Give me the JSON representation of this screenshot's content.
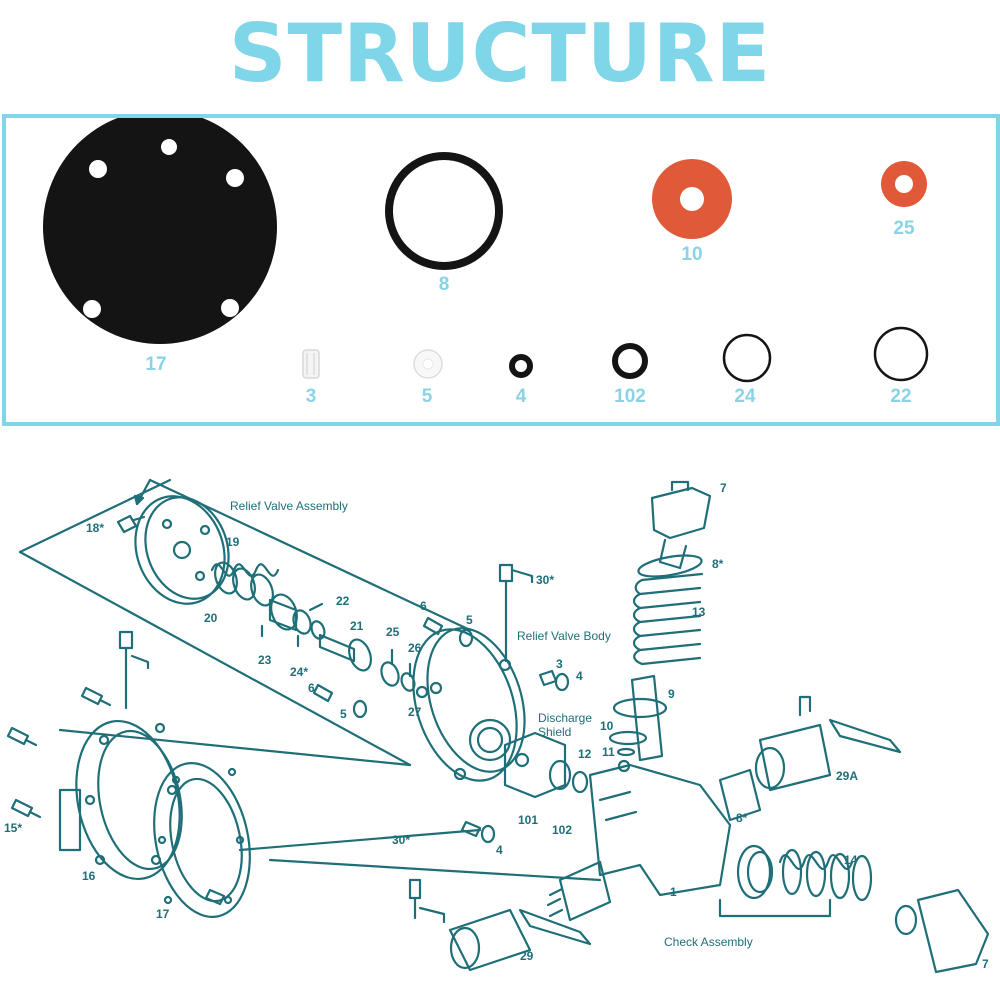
{
  "title": "STRUCTURE",
  "colors": {
    "title": "#7fd6e9",
    "panel_border": "#7fd6e9",
    "part_label": "#8ad3e6",
    "diagram_line": "#1f6f78",
    "diagram_text": "#1f6f78",
    "gasket_black": "#141414",
    "washer_red": "#e05a3a"
  },
  "parts": [
    {
      "id": "17",
      "label": "17",
      "kind": "diaphragm-gasket"
    },
    {
      "id": "8",
      "label": "8",
      "kind": "o-ring"
    },
    {
      "id": "10",
      "label": "10",
      "kind": "red-washer"
    },
    {
      "id": "25",
      "label": "25",
      "kind": "red-washer"
    },
    {
      "id": "3",
      "label": "3",
      "kind": "clear-sleeve"
    },
    {
      "id": "5",
      "label": "5",
      "kind": "white-washer"
    },
    {
      "id": "4",
      "label": "4",
      "kind": "thick-o-ring"
    },
    {
      "id": "102",
      "label": "102",
      "kind": "thick-o-ring"
    },
    {
      "id": "24",
      "label": "24",
      "kind": "o-ring"
    },
    {
      "id": "22",
      "label": "22",
      "kind": "o-ring"
    }
  ],
  "diagram": {
    "callouts": [
      "18*",
      "19",
      "20",
      "22",
      "23",
      "24*",
      "21",
      "25",
      "26",
      "27",
      "6",
      "5",
      "6",
      "5",
      "30*",
      "7",
      "8*",
      "13",
      "3",
      "4",
      "9",
      "10",
      "11",
      "12",
      "101",
      "102",
      "4",
      "29A",
      "8*",
      "14",
      "1",
      "7",
      "29",
      "30*",
      "16",
      "17",
      "15*"
    ],
    "annotations": {
      "relief_valve_assembly": "Relief Valve Assembly",
      "relief_valve_body": "Relief Valve Body",
      "discharge_shield_1": "Discharge",
      "discharge_shield_2": "Shield",
      "check_assembly": "Check Assembly"
    }
  }
}
